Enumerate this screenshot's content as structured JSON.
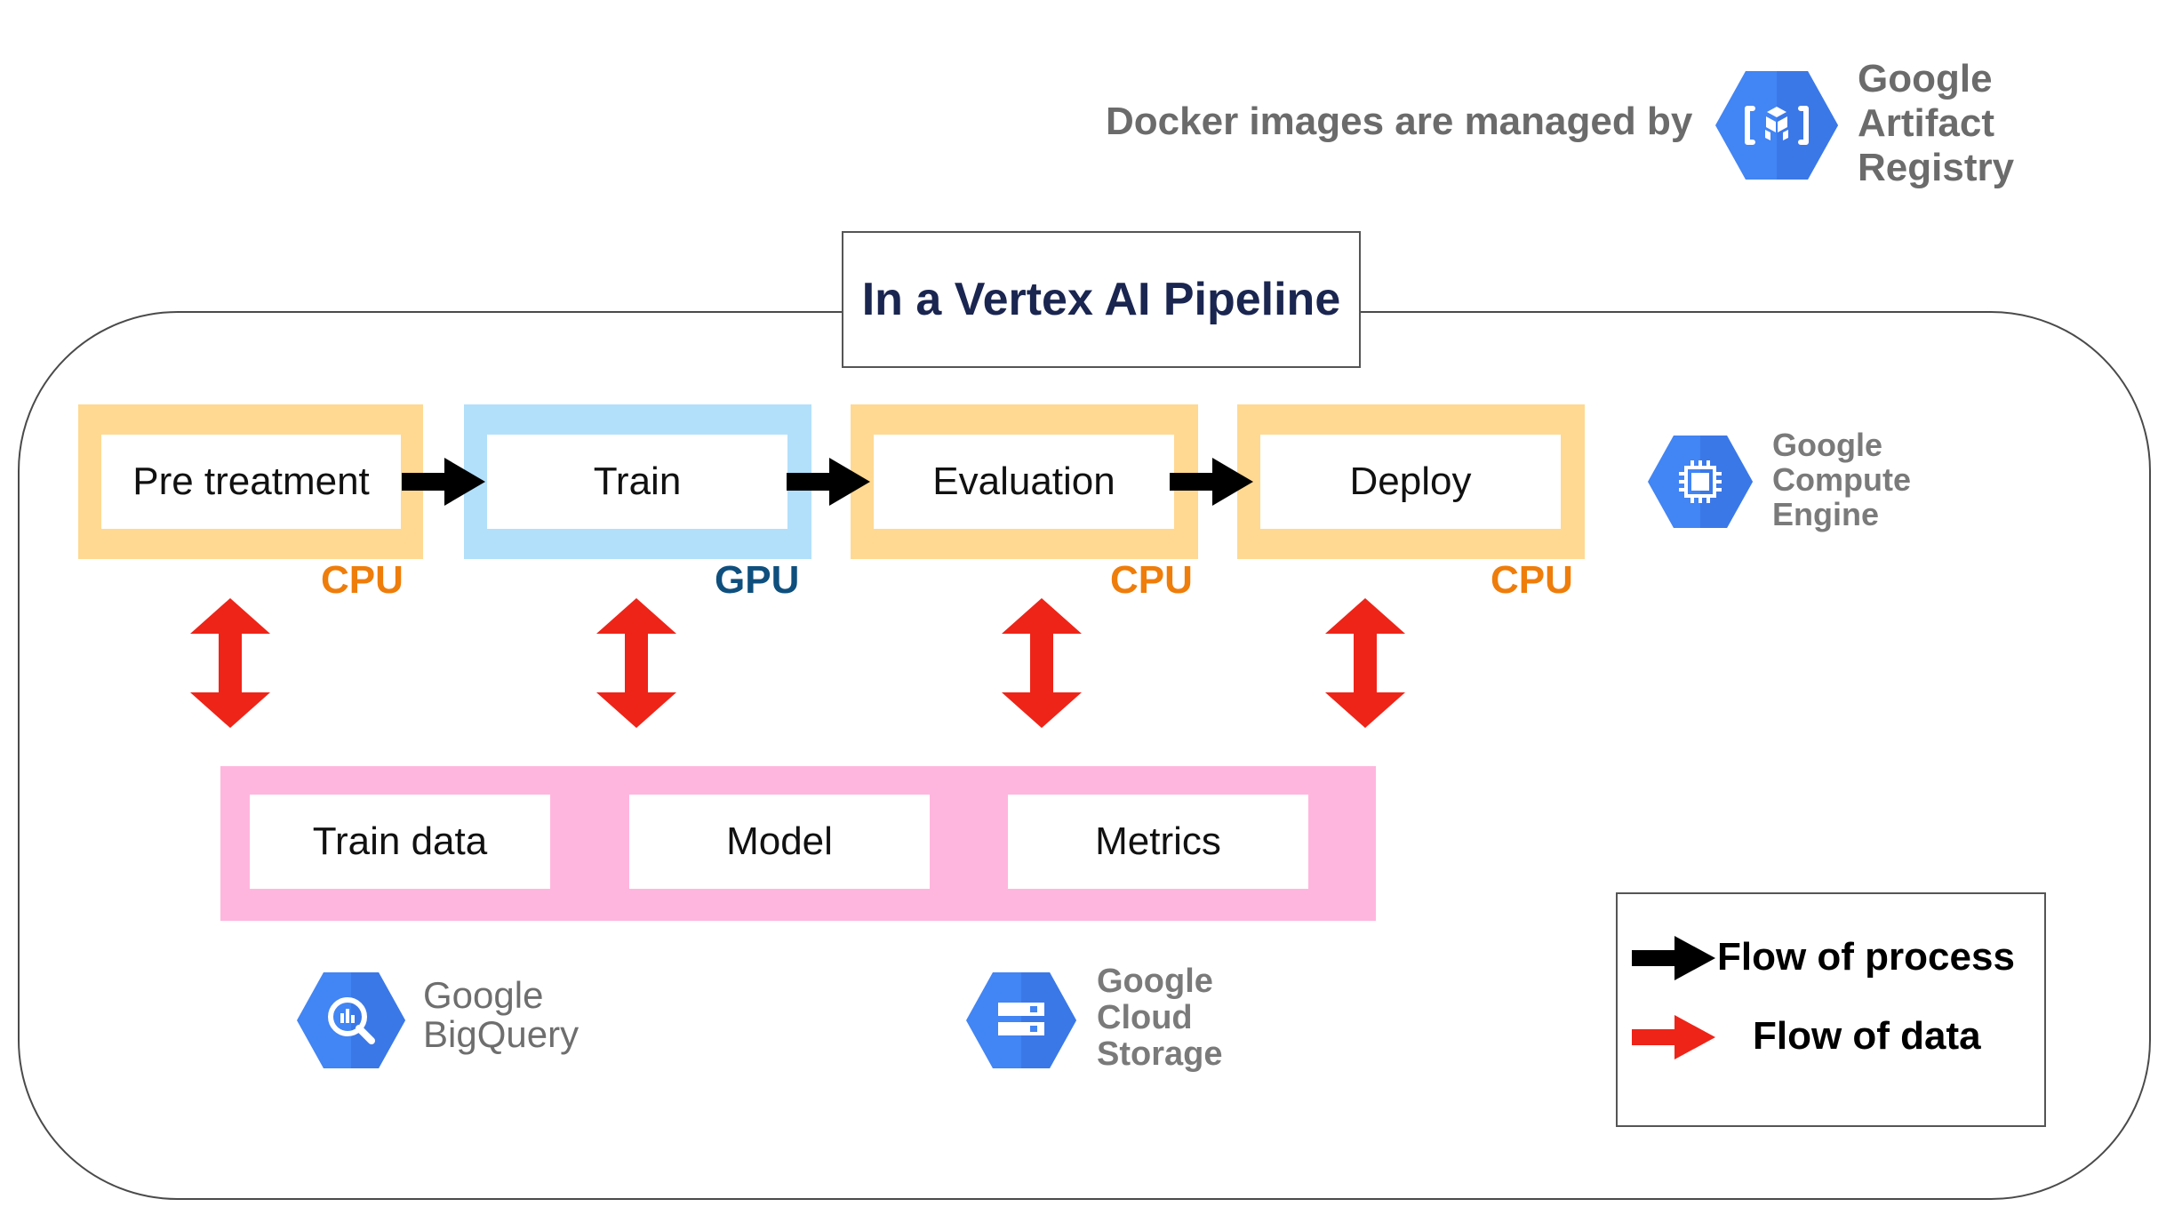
{
  "header": {
    "managed_by_text": "Docker images are managed by",
    "artifact_registry": {
      "line1": "Google",
      "line2": "Artifact",
      "line3": "Registry",
      "icon": "artifact-registry-icon"
    }
  },
  "pipeline": {
    "title": "In a Vertex AI Pipeline",
    "steps": [
      {
        "label": "Pre treatment",
        "processor": "CPU"
      },
      {
        "label": "Train",
        "processor": "GPU"
      },
      {
        "label": "Evaluation",
        "processor": "CPU"
      },
      {
        "label": "Deploy",
        "processor": "CPU"
      }
    ],
    "compute_engine": {
      "line1": "Google",
      "line2": "Compute",
      "line3": "Engine",
      "icon": "compute-engine-icon"
    },
    "storage": [
      "Train data",
      "Model",
      "Metrics"
    ],
    "bigquery": {
      "line1": "Google",
      "line2": "BigQuery",
      "icon": "bigquery-icon"
    },
    "cloud_storage": {
      "line1": "Google",
      "line2": "Cloud",
      "line3": "Storage",
      "icon": "cloud-storage-icon"
    }
  },
  "legend": {
    "process": "Flow of process",
    "data": "Flow of data"
  },
  "colors": {
    "cpu_tag": "#ef7d0a",
    "gpu_tag": "#0e4f7e",
    "cpu_box": "#ffd992",
    "gpu_box": "#b2e0fb",
    "storage_band": "#ffb6de",
    "data_arrow": "#ee2418",
    "process_arrow": "#000000",
    "gcp_blue": "#4285f4",
    "title_text": "#1a2550"
  }
}
